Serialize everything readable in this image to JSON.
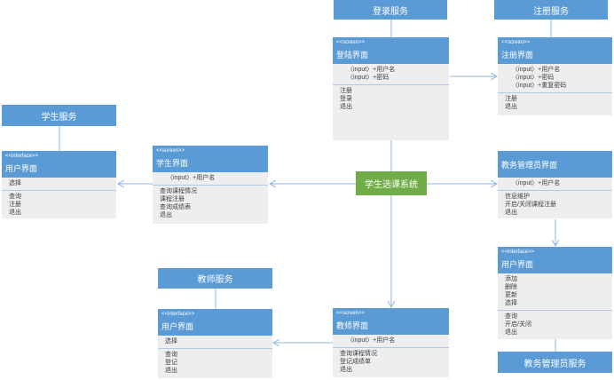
{
  "center": {
    "label": "学生选课系统"
  },
  "services": {
    "login": "登录服务",
    "register": "注册服务",
    "student": "学生服务",
    "teacher": "教师服务",
    "admin": "教务管理员服务"
  },
  "cards": {
    "login_screen": {
      "stereotype": "<<screen>>",
      "title": "登陆界面",
      "attrs": [
        "〈input〉+用户名",
        "〈input〉+密码"
      ],
      "ops": [
        "注册",
        "登录",
        "退出"
      ]
    },
    "register_screen": {
      "stereotype": "<<screen>>",
      "title": "注册界面",
      "attrs": [
        "〈input〉+用户名",
        "〈input〉+密码",
        "〈input〉+重复密码"
      ],
      "ops": [
        "注册",
        "退出"
      ]
    },
    "user_interface_left": {
      "stereotype": "<<interface>>",
      "title": "用户界面",
      "attrs": [
        "选择"
      ],
      "ops": [
        "查询",
        "注册",
        "退出"
      ]
    },
    "student_screen": {
      "stereotype": "<<screen>>",
      "title": "学生界面",
      "attrs": [
        "〈input〉+用户名"
      ],
      "ops": [
        "查询课程情况",
        "课程注册",
        "查询成绩表",
        "退出"
      ]
    },
    "admin_screen": {
      "title": "教务管理员界面",
      "attrs": [
        "〈input〉+用户名"
      ],
      "ops": [
        "信息维护",
        "开启/关闭课程注册",
        "退出"
      ]
    },
    "admin_interface": {
      "stereotype": "<<interface>>",
      "title": "用户界面",
      "attrs": [
        "添加",
        "删除",
        "更新",
        "选择"
      ],
      "ops": [
        "查询",
        "开启/关闭",
        "退出"
      ]
    },
    "teacher_interface": {
      "stereotype": "<<interface>>",
      "title": "用户界面",
      "attrs": [
        "选择"
      ],
      "ops": [
        "查询",
        "登记",
        "退出"
      ]
    },
    "teacher_screen": {
      "stereotype": "<<screen>>",
      "title": "教师界面",
      "attrs": [
        "〈input〉+用户名"
      ],
      "ops": [
        "查询课程情况",
        "登记成绩单",
        "退出"
      ]
    }
  },
  "colors": {
    "service_fill": "#5b9bd5",
    "center_fill": "#70ad47",
    "card_body": "#eeeeee",
    "connector": "#8fb4e3"
  }
}
